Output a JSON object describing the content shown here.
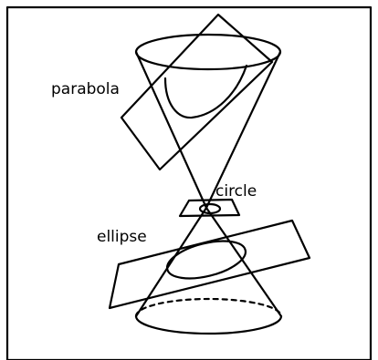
{
  "diagram": {
    "labels": {
      "parabola": "parabola",
      "circle": "circle",
      "ellipse": "ellipse"
    },
    "colors": {
      "line": "#000000",
      "background": "#ffffff"
    }
  }
}
